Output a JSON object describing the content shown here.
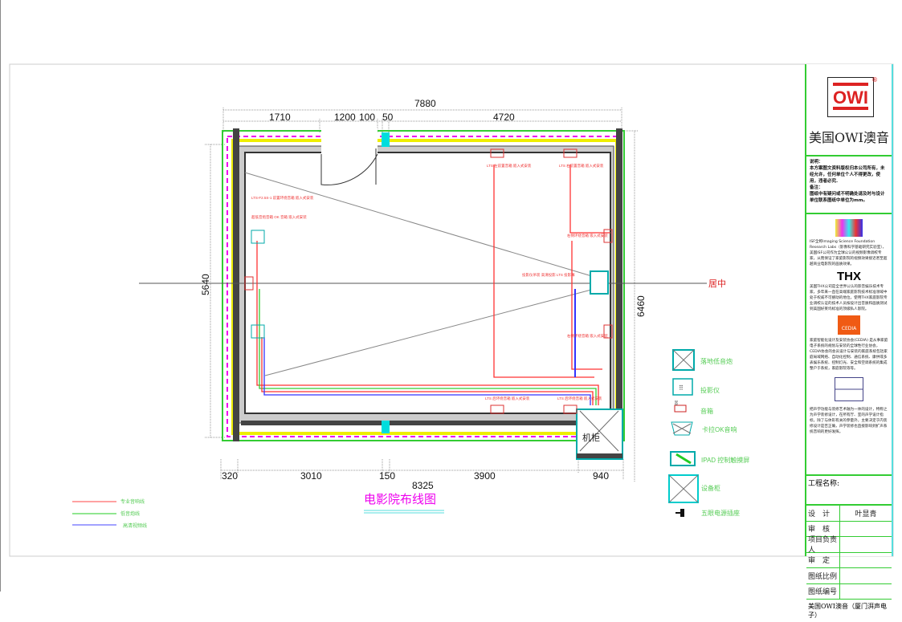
{
  "drawing": {
    "title": "电影院布线图",
    "center_label": "居中",
    "equipment_label": "机柜",
    "dimensions": {
      "top_total": "7880",
      "top_segments": [
        "1710",
        "1200",
        "100",
        "50",
        "4720"
      ],
      "bottom_total": "8325",
      "bottom_segments": [
        "320",
        "3010",
        "150",
        "3900",
        "940"
      ],
      "left": "5640",
      "right": "6460"
    },
    "speaker_notes": {
      "left_top": "LTS-F2.5S-1 前置环绕音箱 嵌入式安装",
      "left_sub": "超低音炮音箱 OK 音箱 嵌入式安装",
      "top_1": "LTS 左前置音箱 嵌入式安装",
      "top_2": "LTS 右前置音箱 嵌入式安装",
      "right_top": "右侧环绕音箱 嵌入式安装",
      "projector": "投影仪吊装 高清投影 LTS 投影幕",
      "right_bottom": "右侧环绕音箱 嵌入式安装",
      "bottom_1": "LTS 后环绕音箱 嵌入式安装",
      "bottom_2": "LTS 后环绕音箱 嵌入式安装"
    }
  },
  "symbol_legend": [
    {
      "icon": "floor-subwoofer-icon",
      "label": "落地低音炮"
    },
    {
      "icon": "projector-icon",
      "label": "投影仪"
    },
    {
      "icon": "speaker-icon",
      "label": "音箱"
    },
    {
      "icon": "karaoke-speaker-icon",
      "label": "卡拉OK音响"
    },
    {
      "icon": "ipad-touchscreen-icon",
      "label": "IPAD 控制触摸屏"
    },
    {
      "icon": "equipment-cabinet-icon",
      "label": "设备柜"
    },
    {
      "icon": "power-socket-icon",
      "label": "五眼电源插座"
    }
  ],
  "line_legend": [
    {
      "label": "专业音响线",
      "color": "#ff3333"
    },
    {
      "label": "低音炮线",
      "color": "#22cc22"
    },
    {
      "label": "高清视频线",
      "color": "#3333ff"
    }
  ],
  "title_block": {
    "logo_text": "OWI",
    "logo_reg": "®",
    "brand": "美国OWI澳音",
    "notes": "说明：\n本方案图文资料版权归本公司所有，未经允许，任何单位个人不得更改，使用，违者必究.\n备注：\n图纸中有疑问或不明确处请及时与设计单位联系图纸中单位为mm。",
    "isf_text": "ISF全称Imaging Science Foundation Research Labs（影像科学基础研究实验室），美国ISF公司作为全球公认的视频影像调校专家，从而保证了家庭影院的视频效果接近甚至超越商业电影院的画质效果。",
    "thx_logo": "THX",
    "thx_text": "美国THX公司是全世界公认的影音娱乐技术专家，多年来一直在高端家庭影院技术标准领域中处于权威不可撼动的地位，使用THX家庭影院专业调校认证的技术人员按设计出音质和画质测试到美国好莱坞标准的顶级私人影院。",
    "cedia_logo": "CEDIA",
    "cedia_text": "家庭智能化设计及安装协会(CEDIA) 是从事家庭电子系统的规划与安装的全球性行业协会，CEDIA协会的会员设计与安装的家庭系统包括家庭局域网络、自动化控制、通信系统、康供或多表娱乐系统、控制灯光、安全和空调系统的集成整户于系统，家庭影院等等。",
    "acoustic_text": "把声学功能与装修艺术融为一体的设计，特称之为声学装修设计，在所有厅、室的声学设计指标，除了与体形有关的参量外，主要决定于内装修设计是否正确，声学装修也直接影响到扩声系统音响的更好发挥。",
    "project_name_label": "工程名称:",
    "rows": [
      {
        "key": "设　计",
        "value": "叶显青"
      },
      {
        "key": "审　核",
        "value": ""
      },
      {
        "key": "项目负责人",
        "value": ""
      },
      {
        "key": "审　定",
        "value": ""
      },
      {
        "key": "图纸比例",
        "value": ""
      },
      {
        "key": "图纸编号",
        "value": ""
      }
    ],
    "footer": "美国OWI澳音（厦门湃声电子）"
  }
}
